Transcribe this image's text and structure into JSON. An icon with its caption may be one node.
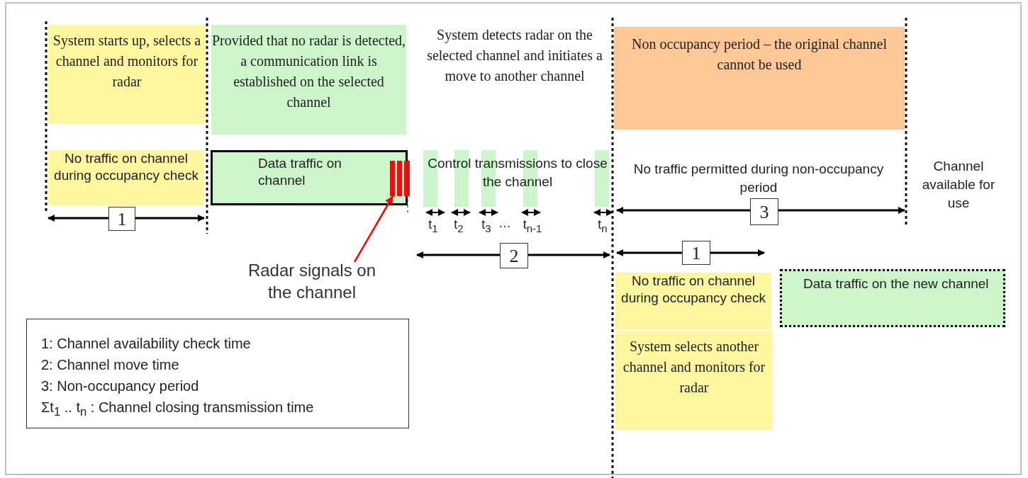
{
  "diagram": {
    "nodes": [
      {
        "text": [
          "System starts up, selects a channel and monitors for radar"
        ]
      },
      {
        "text": [
          "Provided that no radar is detected, a communication link is established on the selected channel"
        ]
      },
      {
        "text": [
          "Non occupancy period – the original channel cannot be used"
        ]
      },
      {
        "text": [
          "No traffic on channel during occupancy check"
        ]
      },
      {
        "text": [
          "Data traffic on channel"
        ]
      },
      {
        "text": [],
        "shape": "bar",
        "in": 4
      },
      {
        "text": [
          "1"
        ]
      },
      {
        "text": [
          "3"
        ]
      },
      {
        "text": [
          "2"
        ]
      },
      {
        "text": [
          "1"
        ]
      },
      {
        "text": [
          "Radar signals on the channel"
        ]
      },
      {
        "text": [
          "No traffic on channel during occupancy check"
        ]
      },
      {
        "text": [
          "Data traffic on the new channel"
        ]
      },
      {
        "text": [
          "System selects another channel and monitors for radar"
        ]
      },
      {
        "text": [
          "1: Channel availability check time",
          "2: Channel move time",
          "3: Non-occupancy period",
          "Σt$_{1}$ .. t$_{n}$ : Channel closing transmission time"
        ]
      }
    ],
    "edges": [
      {
        "from": 10,
        "to": 5,
        "arrow": "to",
        "color": "#ff0000"
      }
    ],
    "labels": [
      "System detects radar on the selected channel and initiates a move to another channel",
      "Control transmissions to close the channel",
      "No traffic permitted during non-occupancy period",
      "Channel available for use",
      "t$_{1}$",
      "t$_{2}$",
      "t$_{3}$",
      "…",
      "t$_{n-1}$",
      "t$_{n}$"
    ]
  }
}
